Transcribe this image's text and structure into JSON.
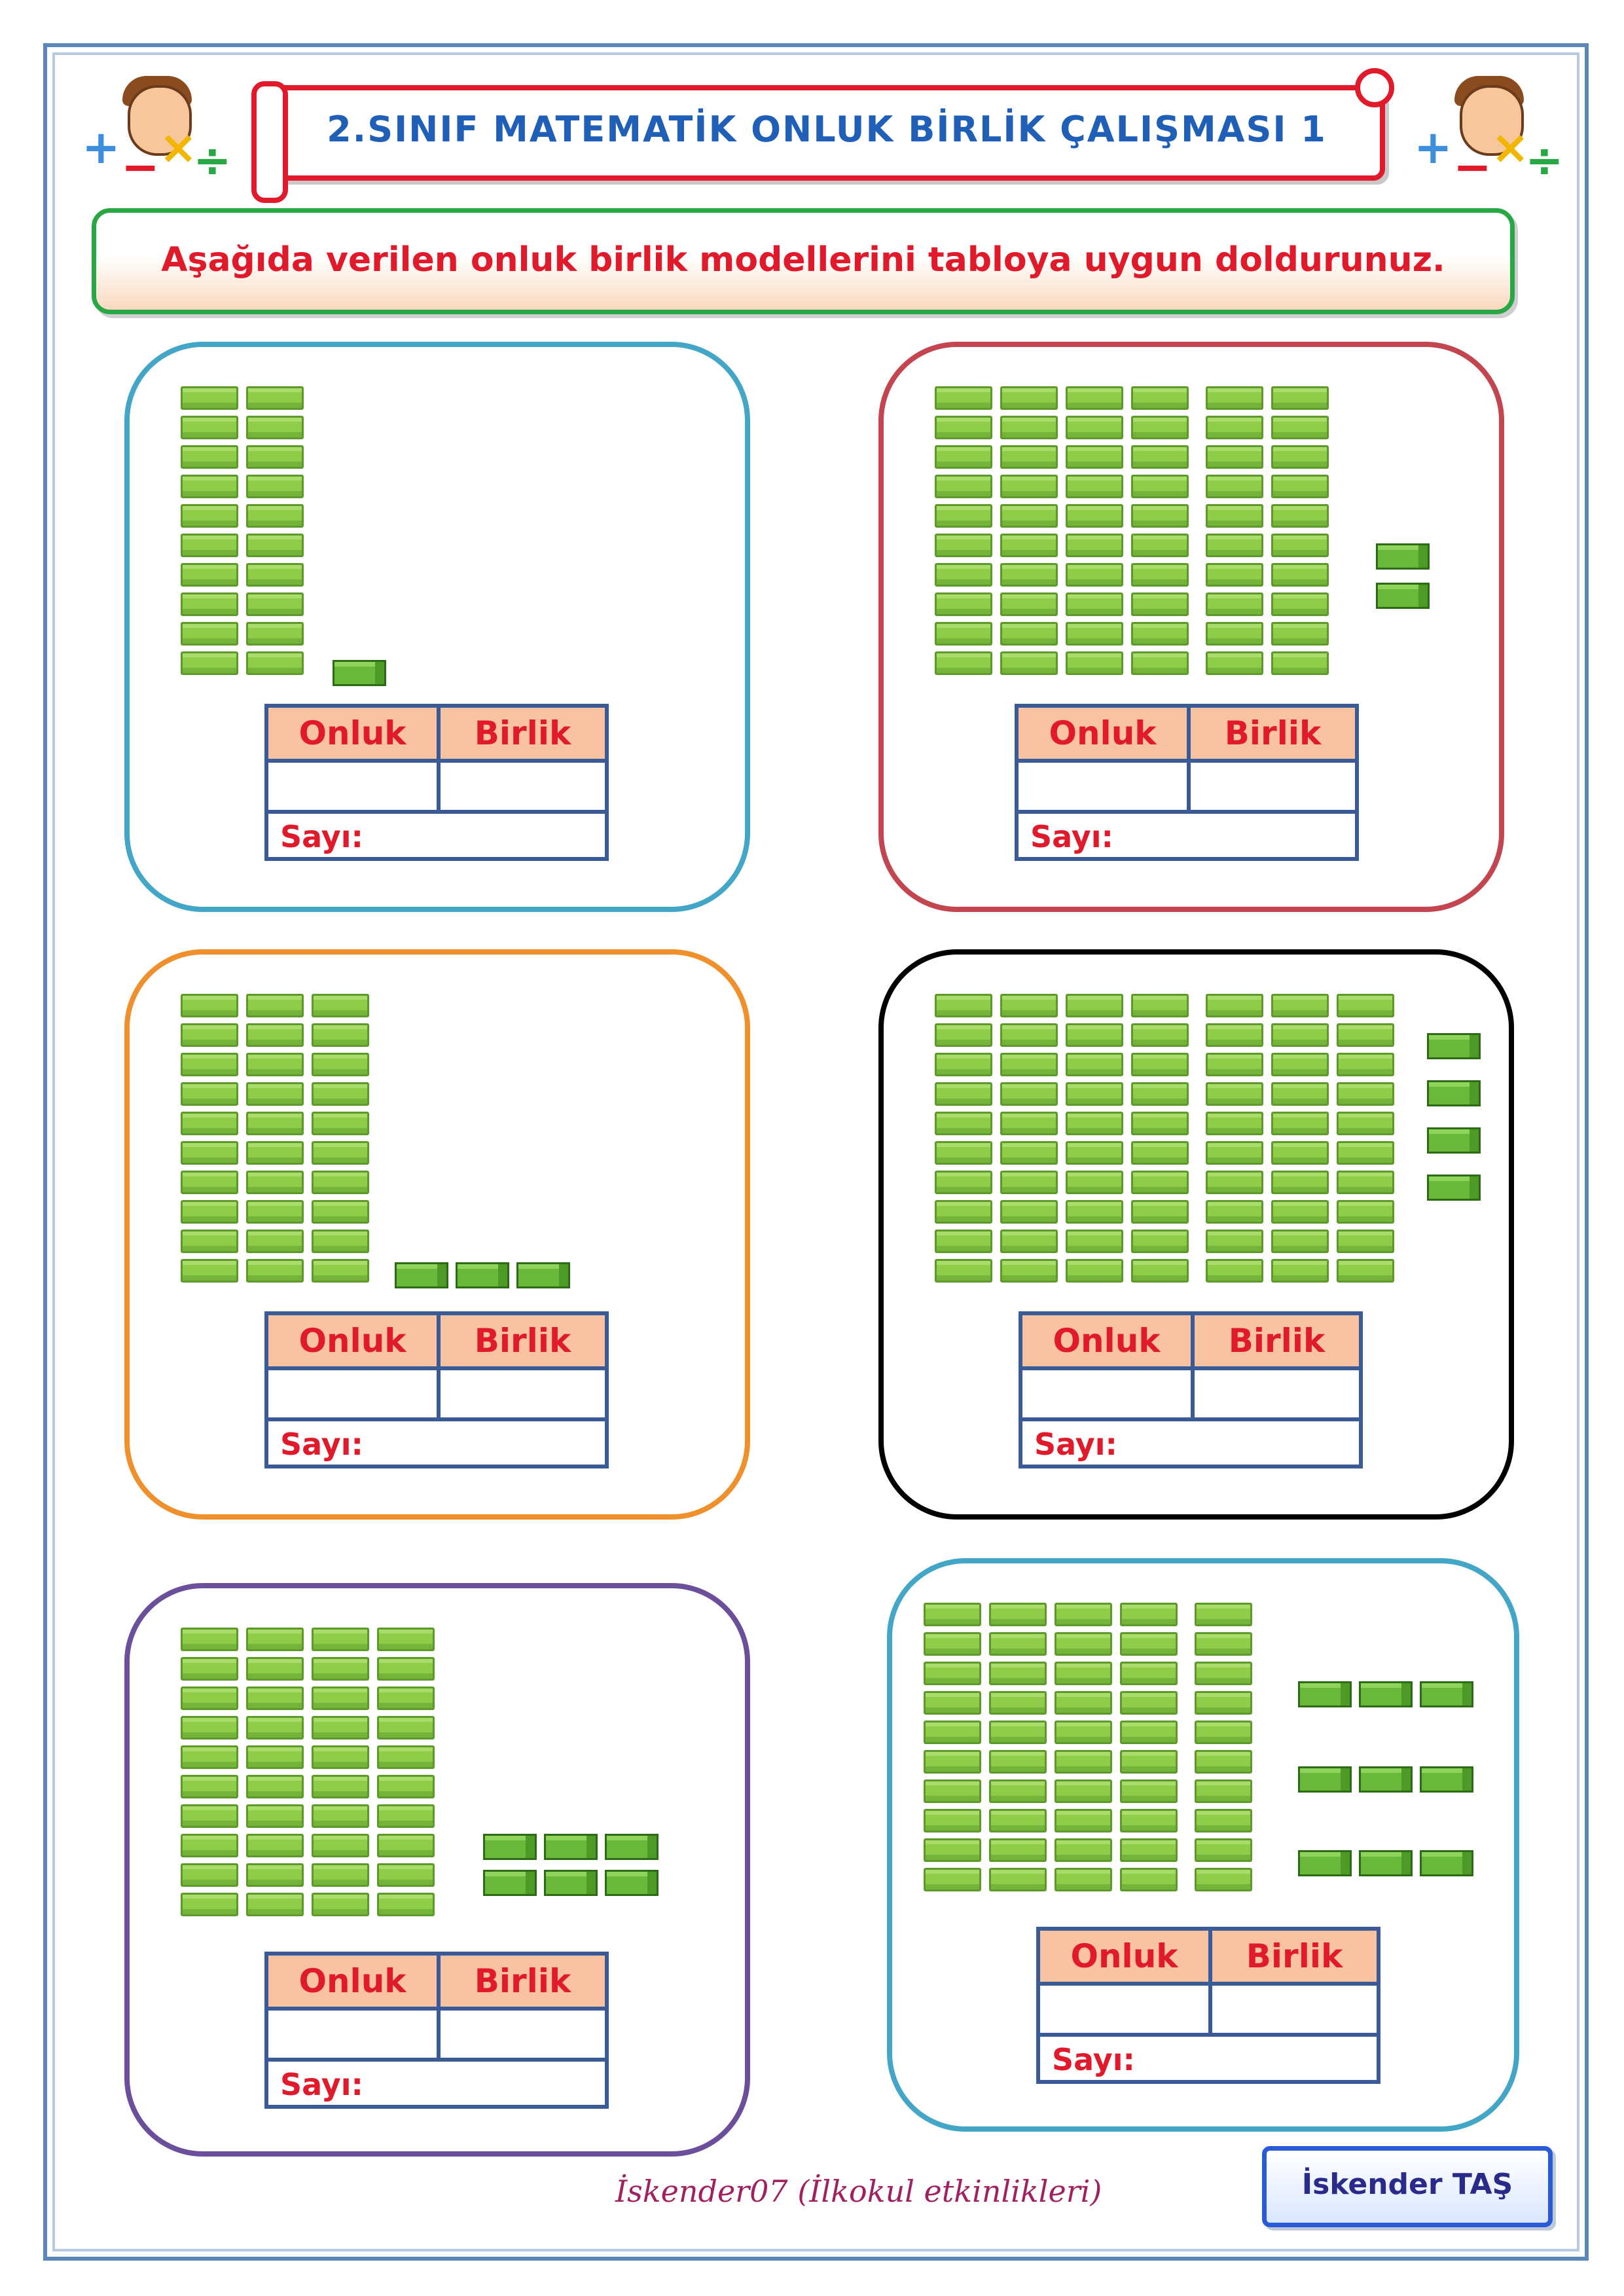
{
  "title": "2.SINIF MATEMATİK ONLUK BİRLİK ÇALIŞMASI  1",
  "instruction": "Aşağıda verilen onluk birlik modellerini tabloya uygun doldurunuz.",
  "table_labels": {
    "tens": "Onluk",
    "ones": "Birlik",
    "number": "Sayı:"
  },
  "exercises": [
    {
      "tens": 2,
      "ones": 1,
      "border": "#44a6c6"
    },
    {
      "tens": 6,
      "ones": 2,
      "border": "#c2454f"
    },
    {
      "tens": 3,
      "ones": 3,
      "border": "#f0902c"
    },
    {
      "tens": 7,
      "ones": 4,
      "border": "#000000"
    },
    {
      "tens": 4,
      "ones": 6,
      "border": "#6c4f9a"
    },
    {
      "tens": 5,
      "ones": 9,
      "border": "#44a6c6"
    }
  ],
  "footer": "İskender07  (İlkokul  etkinlikleri)",
  "author": "İskender TAŞ",
  "icons": {
    "mascot": "math-kid-mascot-icon",
    "tens_rod": "ten-rod-icon",
    "unit_cube": "unit-cube-icon"
  },
  "colors": {
    "title": "#1f5fb8",
    "accent_red": "#e01a2a",
    "table_header": "#f9c2a0",
    "block_green": "#8fcc48"
  }
}
